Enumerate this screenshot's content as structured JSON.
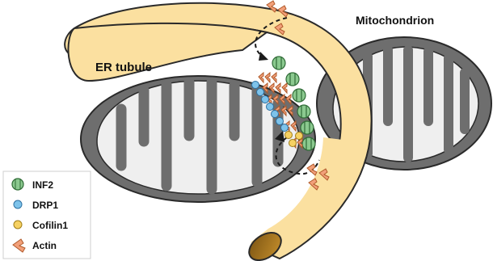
{
  "labels": {
    "er_tubule": "ER tubule",
    "mitochondrion": "Mitochondrion"
  },
  "legend": [
    {
      "icon": "inf2-icon",
      "label": "INF2"
    },
    {
      "icon": "drp1-icon",
      "label": "DRP1"
    },
    {
      "icon": "cofilin1-icon",
      "label": "Cofilin1"
    },
    {
      "icon": "actin-icon",
      "label": "Actin"
    }
  ],
  "colors": {
    "er": "#fbe0a0",
    "er_stroke": "#2a2a2a",
    "mito_outer": "#6e6e6e",
    "mito_inner": "#efefef",
    "inf2": "#8bc98f",
    "drp1": "#7ec3ea",
    "cofilin1": "#f6d163",
    "actin": "#f2a07a"
  }
}
